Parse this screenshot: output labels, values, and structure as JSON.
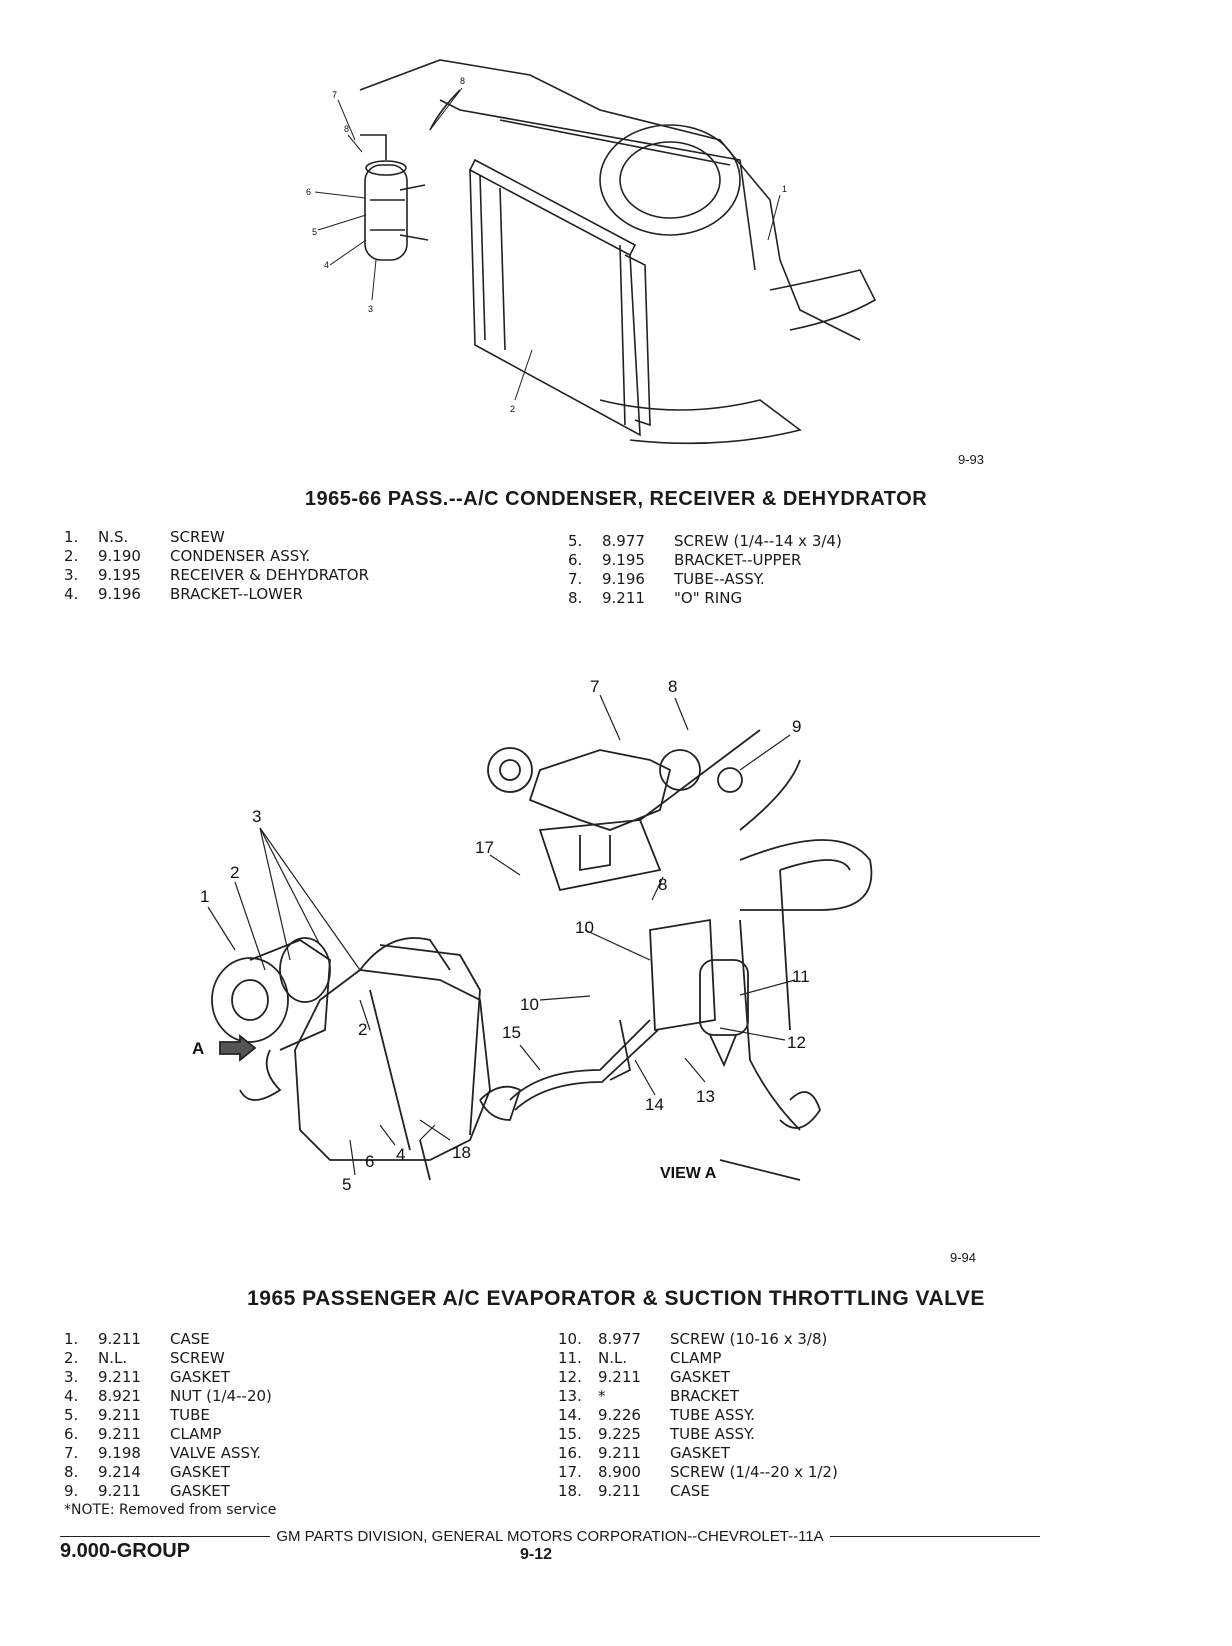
{
  "figures": [
    {
      "code": "9-93",
      "caption": "1965-66 PASS.--A/C CONDENSER, RECEIVER & DEHYDRATOR",
      "callouts": [
        "1",
        "2",
        "3",
        "4",
        "5",
        "6",
        "7",
        "8"
      ],
      "parts_left": [
        {
          "num": "1.",
          "code": "N.S.",
          "desc": "SCREW"
        },
        {
          "num": "2.",
          "code": "9.190",
          "desc": "CONDENSER ASSY."
        },
        {
          "num": "3.",
          "code": "9.195",
          "desc": "RECEIVER & DEHYDRATOR"
        },
        {
          "num": "4.",
          "code": "9.196",
          "desc": "BRACKET--LOWER"
        }
      ],
      "parts_right": [
        {
          "num": "5.",
          "code": "8.977",
          "desc": "SCREW (1/4--14 x 3/4)"
        },
        {
          "num": "6.",
          "code": "9.195",
          "desc": "BRACKET--UPPER"
        },
        {
          "num": "7.",
          "code": "9.196",
          "desc": "TUBE--ASSY."
        },
        {
          "num": "8.",
          "code": "9.211",
          "desc": "\"O\" RING"
        }
      ]
    },
    {
      "code": "9-94",
      "caption": "1965 PASSENGER A/C EVAPORATOR & SUCTION THROTTLING VALVE",
      "view_label": "VIEW A",
      "arrow_label": "A",
      "callouts": [
        "1",
        "2",
        "3",
        "2",
        "4",
        "5",
        "6",
        "18",
        "7",
        "8",
        "9",
        "17",
        "8",
        "10",
        "10",
        "11",
        "15",
        "12",
        "13",
        "14"
      ],
      "parts_left": [
        {
          "num": "1.",
          "code": "9.211",
          "desc": "CASE"
        },
        {
          "num": "2.",
          "code": "N.L.",
          "desc": "SCREW"
        },
        {
          "num": "3.",
          "code": "9.211",
          "desc": "GASKET"
        },
        {
          "num": "4.",
          "code": "8.921",
          "desc": "NUT (1/4--20)"
        },
        {
          "num": "5.",
          "code": "9.211",
          "desc": "TUBE"
        },
        {
          "num": "6.",
          "code": "9.211",
          "desc": "CLAMP"
        },
        {
          "num": "7.",
          "code": "9.198",
          "desc": "VALVE ASSY."
        },
        {
          "num": "8.",
          "code": "9.214",
          "desc": "GASKET"
        },
        {
          "num": "9.",
          "code": "9.211",
          "desc": "GASKET"
        }
      ],
      "parts_right": [
        {
          "num": "10.",
          "code": "8.977",
          "desc": "SCREW (10-16 x 3/8)"
        },
        {
          "num": "11.",
          "code": "N.L.",
          "desc": "CLAMP"
        },
        {
          "num": "12.",
          "code": "9.211",
          "desc": "GASKET"
        },
        {
          "num": "13.",
          "code": "*",
          "desc": "BRACKET"
        },
        {
          "num": "14.",
          "code": "9.226",
          "desc": "TUBE ASSY."
        },
        {
          "num": "15.",
          "code": "9.225",
          "desc": "TUBE ASSY."
        },
        {
          "num": "16.",
          "code": "9.211",
          "desc": "GASKET"
        },
        {
          "num": "17.",
          "code": "8.900",
          "desc": "SCREW (1/4--20 x 1/2)"
        },
        {
          "num": "18.",
          "code": "9.211",
          "desc": "CASE"
        }
      ],
      "note": "*NOTE: Removed from service"
    }
  ],
  "footer": {
    "division": "GM PARTS DIVISION, GENERAL MOTORS CORPORATION--CHEVROLET--11A",
    "group": "9.000-GROUP",
    "page": "9-12"
  }
}
